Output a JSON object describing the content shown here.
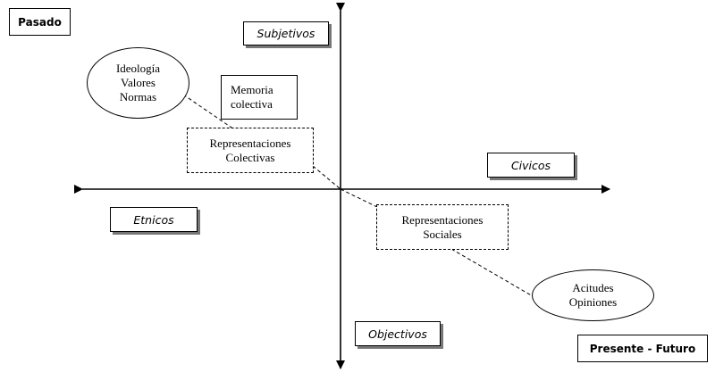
{
  "corners": {
    "top_left": "Pasado",
    "bottom_right": "Presente - Futuro"
  },
  "axes": {
    "top": "Subjetivos",
    "bottom": "Objectivos",
    "right": "Civicos",
    "left": "Etnicos"
  },
  "past_ellipse": {
    "lines": [
      "Ideología",
      "Valores",
      "Normas"
    ]
  },
  "memoria_box": {
    "lines": [
      "Memoria",
      "colectiva"
    ]
  },
  "colectivas_box": {
    "lines": [
      "Representaciones",
      "Colectivas"
    ]
  },
  "sociales_box": {
    "lines": [
      "Representaciones",
      "Sociales"
    ]
  },
  "future_ellipse": {
    "lines": [
      "Acitudes",
      "Opiniones"
    ]
  }
}
